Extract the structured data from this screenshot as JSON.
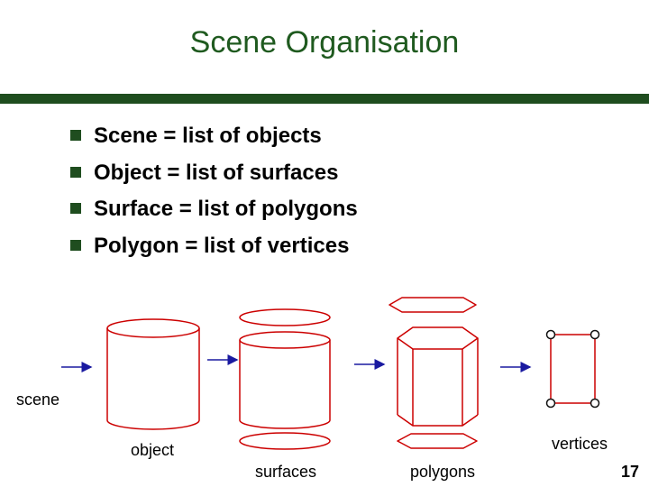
{
  "slide": {
    "title": "Scene Organisation",
    "page_number": "17"
  },
  "bullets": [
    "Scene = list of objects",
    "Object = list of surfaces",
    "Surface = list of polygons",
    "Polygon = list of vertices"
  ],
  "diagram": {
    "labels": {
      "scene": "scene",
      "object": "object",
      "surfaces": "surfaces",
      "polygons": "polygons",
      "vertices": "vertices"
    }
  },
  "colors": {
    "title": "#1f5a1f",
    "rule": "#1f4d1f",
    "bullet": "#1f4d1f",
    "shape_stroke": "#cc0000",
    "arrow": "#1a1aa0",
    "vertex": "#111111"
  }
}
